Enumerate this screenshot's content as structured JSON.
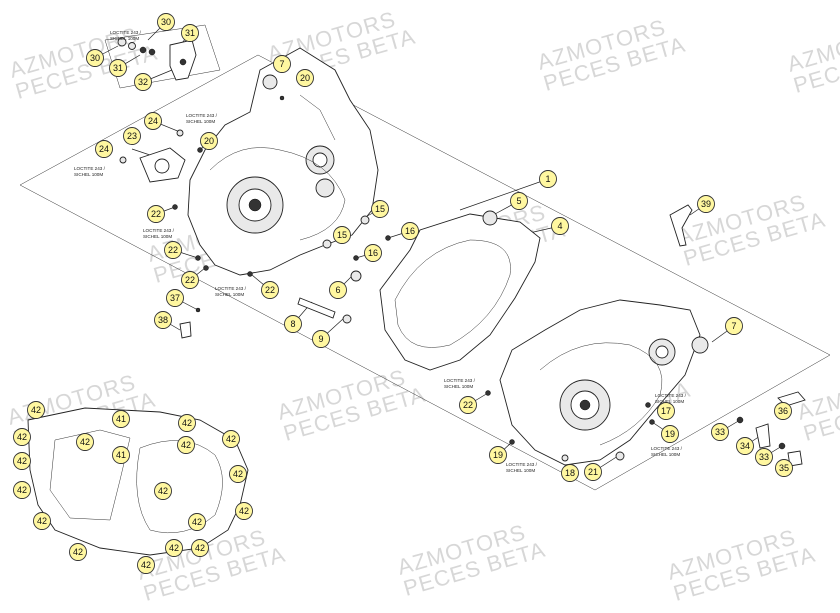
{
  "watermark": {
    "line1": "AZMOTORS",
    "line2": "PECES BETA",
    "color": "#d7d7d7"
  },
  "callout_color": "#fff7a0",
  "notes": {
    "loctite": "LOCTITE 243 /",
    "sichel": "SICHEL 100M"
  },
  "callouts": [
    {
      "id": "c30a",
      "label": "30"
    },
    {
      "id": "c30b",
      "label": "30"
    },
    {
      "id": "c31a",
      "label": "31"
    },
    {
      "id": "c31b",
      "label": "31"
    },
    {
      "id": "c32",
      "label": "32"
    },
    {
      "id": "c7a",
      "label": "7"
    },
    {
      "id": "c20a",
      "label": "20"
    },
    {
      "id": "c20b",
      "label": "20"
    },
    {
      "id": "c24a",
      "label": "24"
    },
    {
      "id": "c24b",
      "label": "24"
    },
    {
      "id": "c23",
      "label": "23"
    },
    {
      "id": "c1",
      "label": "1"
    },
    {
      "id": "c5",
      "label": "5"
    },
    {
      "id": "c4",
      "label": "4"
    },
    {
      "id": "c15a",
      "label": "15"
    },
    {
      "id": "c15b",
      "label": "15"
    },
    {
      "id": "c16a",
      "label": "16"
    },
    {
      "id": "c16b",
      "label": "16"
    },
    {
      "id": "c22a",
      "label": "22"
    },
    {
      "id": "c22b",
      "label": "22"
    },
    {
      "id": "c22c",
      "label": "22"
    },
    {
      "id": "c22d",
      "label": "22"
    },
    {
      "id": "c22e",
      "label": "22"
    },
    {
      "id": "c6",
      "label": "6"
    },
    {
      "id": "c37",
      "label": "37"
    },
    {
      "id": "c38",
      "label": "38"
    },
    {
      "id": "c8",
      "label": "8"
    },
    {
      "id": "c9",
      "label": "9"
    },
    {
      "id": "c39",
      "label": "39"
    },
    {
      "id": "c7b",
      "label": "7"
    },
    {
      "id": "c17",
      "label": "17"
    },
    {
      "id": "c19a",
      "label": "19"
    },
    {
      "id": "c19b",
      "label": "19"
    },
    {
      "id": "c18",
      "label": "18"
    },
    {
      "id": "c21",
      "label": "21"
    },
    {
      "id": "c36",
      "label": "36"
    },
    {
      "id": "c33a",
      "label": "33"
    },
    {
      "id": "c34",
      "label": "34"
    },
    {
      "id": "c33b",
      "label": "33"
    },
    {
      "id": "c35",
      "label": "35"
    },
    {
      "id": "g1",
      "label": "42"
    },
    {
      "id": "g2",
      "label": "42"
    },
    {
      "id": "g3",
      "label": "42"
    },
    {
      "id": "g4",
      "label": "42"
    },
    {
      "id": "g5",
      "label": "42"
    },
    {
      "id": "g6",
      "label": "42"
    },
    {
      "id": "g7",
      "label": "42"
    },
    {
      "id": "g8",
      "label": "42"
    },
    {
      "id": "g9",
      "label": "42"
    },
    {
      "id": "g10",
      "label": "42"
    },
    {
      "id": "g11",
      "label": "42"
    },
    {
      "id": "g12",
      "label": "42"
    },
    {
      "id": "g13",
      "label": "42"
    },
    {
      "id": "g14",
      "label": "42"
    },
    {
      "id": "g15",
      "label": "42"
    },
    {
      "id": "g16",
      "label": "42"
    },
    {
      "id": "g17",
      "label": "42"
    },
    {
      "id": "g41a",
      "label": "41"
    },
    {
      "id": "g41b",
      "label": "41"
    }
  ]
}
